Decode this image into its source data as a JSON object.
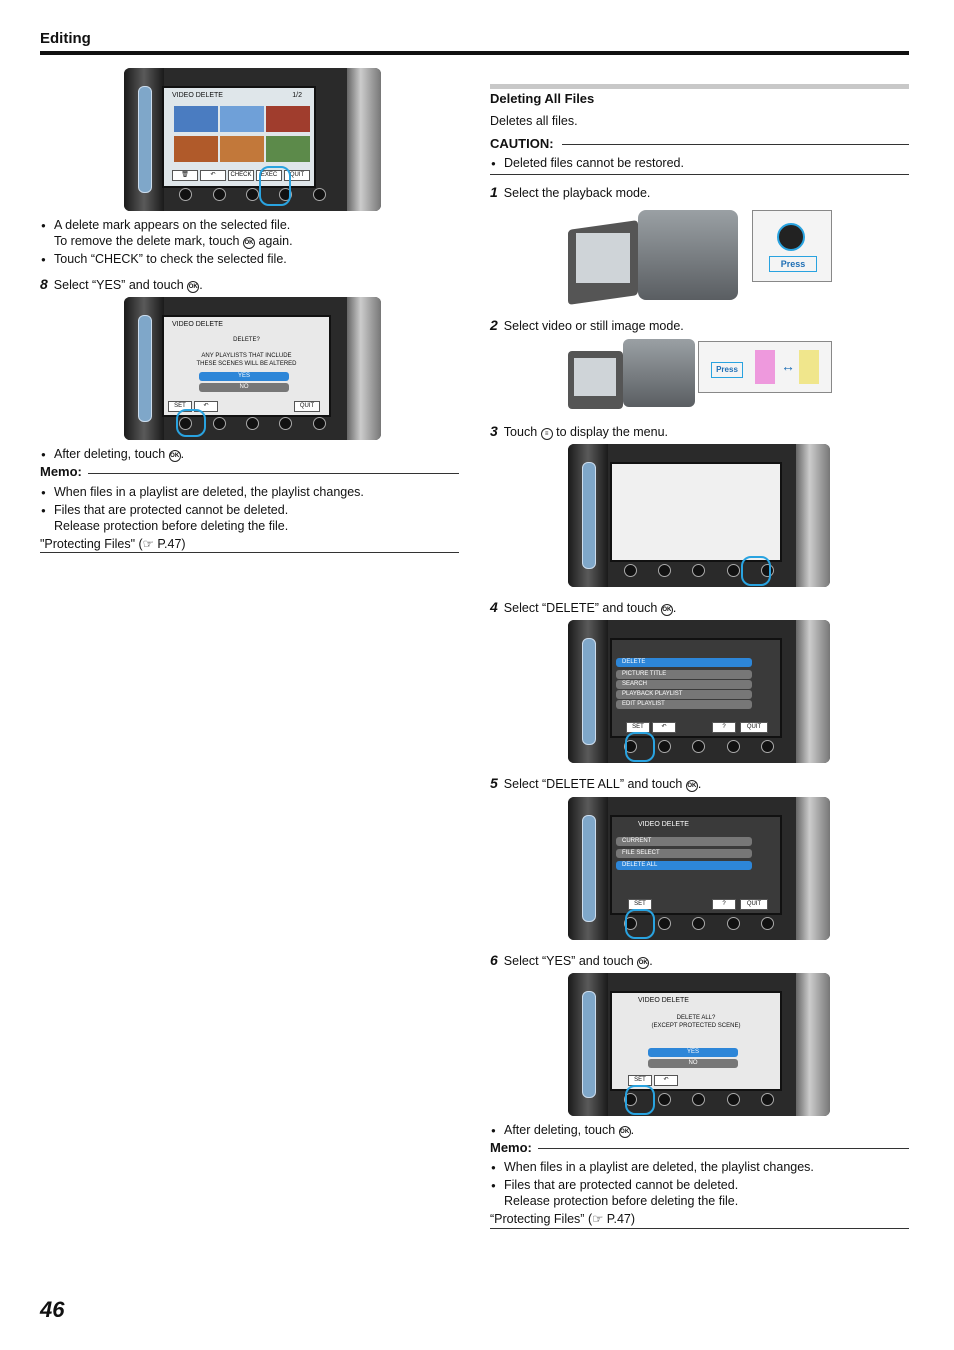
{
  "header": {
    "section": "Editing"
  },
  "left": {
    "notes_top": [
      "A delete mark appears on the selected file.",
      "To remove the delete mark, touch",
      "again.",
      "Touch “CHECK” to check the selected file."
    ],
    "step8": {
      "num": "8",
      "text": "Select “YES” and touch"
    },
    "after_delete": "After deleting, touch",
    "memo": {
      "title": "Memo:",
      "items": [
        "When files in a playlist are deleted, the playlist changes.",
        "Files that are protected cannot be deleted.",
        "Release protection before deleting the file."
      ],
      "ref": "\"Protecting Files\"  (☞ P.47)"
    },
    "screen1": {
      "title": "VIDEO DELETE",
      "page": "1/2",
      "btns": [
        "",
        "",
        "CHECK",
        "EXEC",
        "QUIT"
      ]
    },
    "screen2": {
      "title": "VIDEO DELETE",
      "l1": "DELETE?",
      "l2": "ANY PLAYLISTS THAT INCLUDE",
      "l3": "THESE SCENES WILL BE ALTERED",
      "yes": "YES",
      "no": "NO",
      "set": "SET",
      "quit": "QUIT"
    }
  },
  "right": {
    "title": "Deleting All Files",
    "desc": "Deletes all files.",
    "caution": {
      "title": "CAUTION:",
      "item": "Deleted files cannot be restored."
    },
    "steps": [
      {
        "num": "1",
        "text": "Select the playback mode."
      },
      {
        "num": "2",
        "text": "Select video or still image mode."
      },
      {
        "num": "3",
        "text": "Touch",
        "text2": "to display the menu."
      },
      {
        "num": "4",
        "text": "Select “DELETE” and touch"
      },
      {
        "num": "5",
        "text": "Select “DELETE ALL” and touch"
      },
      {
        "num": "6",
        "text": "Select “YES” and touch"
      }
    ],
    "press": "Press",
    "menu4": {
      "items": [
        "DELETE",
        "PICTURE TITLE",
        "SEARCH",
        "PLAYBACK PLAYLIST",
        "EDIT PLAYLIST"
      ],
      "set": "SET",
      "help": "?",
      "quit": "QUIT"
    },
    "menu5": {
      "title": "VIDEO DELETE",
      "items": [
        "CURRENT",
        "FILE SELECT",
        "DELETE ALL"
      ],
      "set": "SET",
      "help": "?",
      "quit": "QUIT"
    },
    "menu6": {
      "title": "VIDEO DELETE",
      "l1": "DELETE ALL?",
      "l2": "(EXCEPT PROTECTED SCENE)",
      "yes": "YES",
      "no": "NO",
      "set": "SET"
    },
    "after_delete": "After deleting, touch",
    "memo": {
      "title": "Memo:",
      "items": [
        "When files in a playlist are deleted, the playlist changes.",
        "Files that are protected cannot be deleted.",
        "Release protection before deleting the file."
      ],
      "ref": "“Protecting Files”  (☞ P.47)"
    }
  },
  "ok_label": "OK",
  "page_number": "46"
}
